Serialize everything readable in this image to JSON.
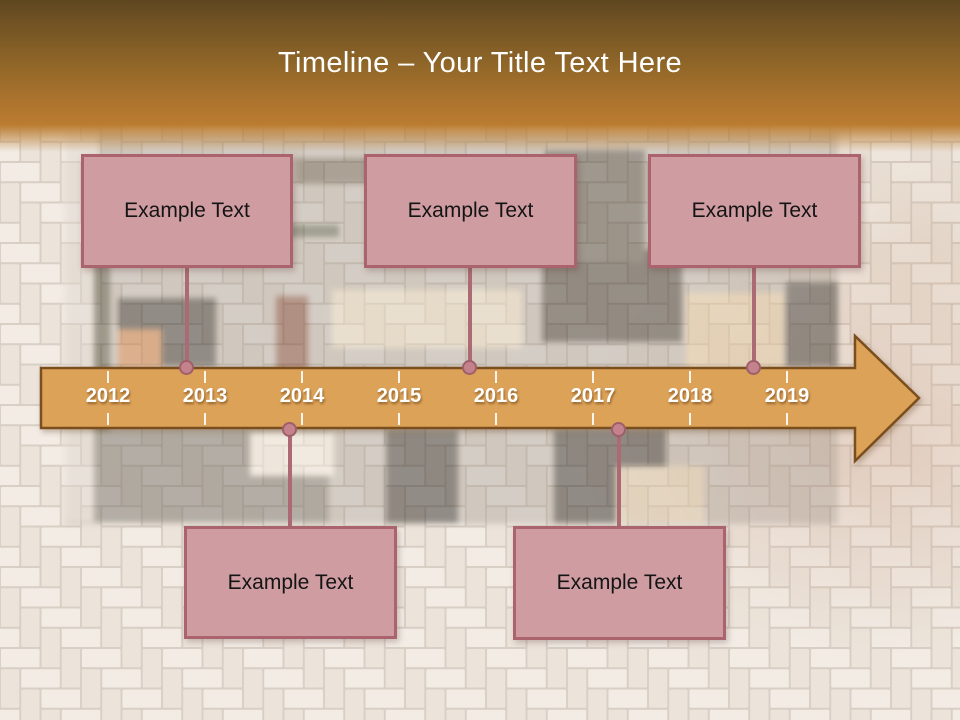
{
  "title": {
    "text": "Timeline – Your Title Text Here"
  },
  "timeline": {
    "years": [
      "2012",
      "2013",
      "2014",
      "2015",
      "2016",
      "2017",
      "2018",
      "2019"
    ]
  },
  "events": [
    {
      "label": "Example Text",
      "placement": "above"
    },
    {
      "label": "Example Text",
      "placement": "above"
    },
    {
      "label": "Example Text",
      "placement": "above"
    },
    {
      "label": "Example Text",
      "placement": "below"
    },
    {
      "label": "Example Text",
      "placement": "below"
    }
  ],
  "colors": {
    "title_text": "#FFFFFF",
    "header_top": "#5E4620",
    "header_bottom": "#BA7C30",
    "arrow_fill": "#DCA258",
    "arrow_border": "#7B4E1E",
    "year_text": "#FFFFFF",
    "tick": "#FFFFFF",
    "box_fill": "#CE9CA1",
    "box_border": "#AB636E",
    "box_text": "#141414",
    "connector": "#AC6A74",
    "dot_fill": "#C4828C",
    "dot_border": "#9E5F6A",
    "background_brick": "#F2ECE5",
    "background_brick_alt": "#ECE4DB",
    "background_mortar": "#D8CFC5"
  }
}
